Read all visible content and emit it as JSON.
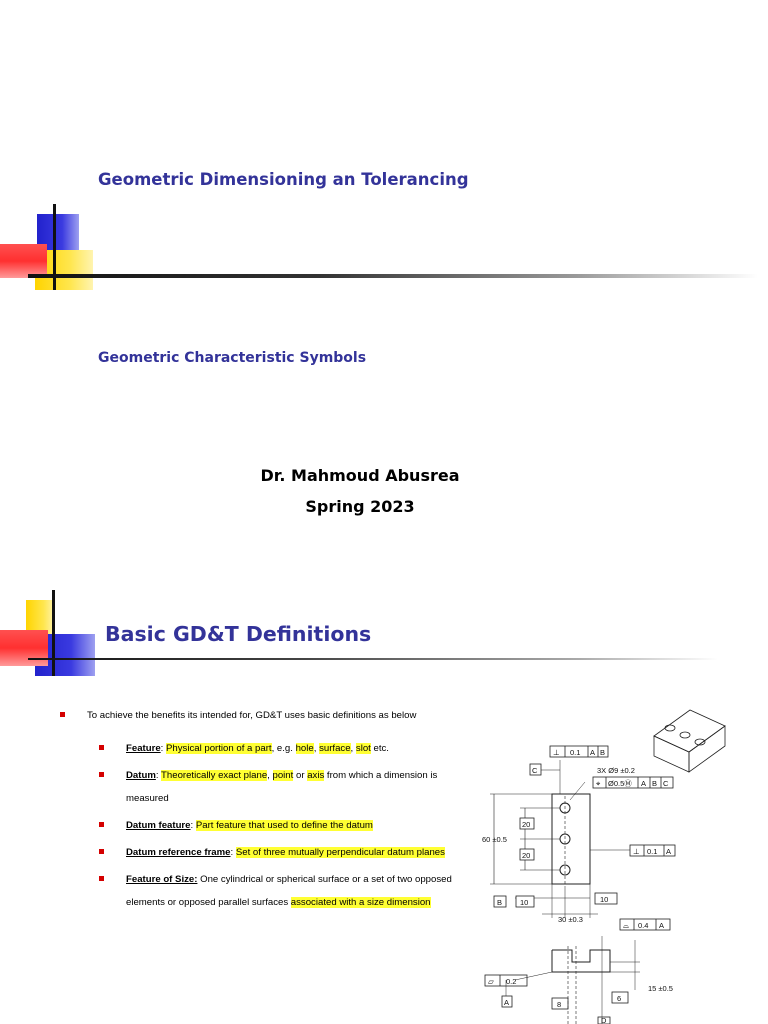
{
  "slide1": {
    "title": "Geometric Dimensioning an Tolerancing",
    "subtitle": "Geometric Characteristic Symbols",
    "author": "Dr. Mahmoud Abusrea",
    "term": "Spring 2023"
  },
  "slide2": {
    "title": "Basic GD&T Definitions",
    "intro": "To achieve the benefits its intended for, GD&T uses basic definitions as below",
    "definitions": [
      {
        "term": "Feature",
        "sep": ": ",
        "hl1": "Physical portion of a part",
        "t1": ", e.g. ",
        "hl2": "hole",
        "t2": ", ",
        "hl3": "surface",
        "t3": ", ",
        "hl4": "slot",
        "t4": " etc."
      },
      {
        "term": "Datum",
        "sep": ": ",
        "hl1": "Theoretically exact plane",
        "t1": ", ",
        "hl2": "point",
        "t2": " or ",
        "hl3": "axis",
        "t3": " from which a dimension is measured"
      },
      {
        "term": "Datum feature",
        "sep": ": ",
        "hl1": "Part feature that used to define the datum"
      },
      {
        "term": "Datum reference frame",
        "sep": ": ",
        "hl1": "Set of three mutually perpendicular datum planes"
      },
      {
        "term": "Feature of Size:",
        "sep": " ",
        "t1": "One cylindrical or spherical surface or a set of two opposed elements or opposed parallel surfaces ",
        "hl1": "associated with a size dimension"
      }
    ],
    "drawing": {
      "perp_frame": [
        "⊥",
        "0.1",
        "A",
        "B"
      ],
      "datum_c": "C",
      "holes_callout": "3X Ø9 ±0.2",
      "position_frame": [
        "⌖",
        "Ø0.5Ⓜ",
        "A",
        "B",
        "C"
      ],
      "dim_20a": "20",
      "dim_20b": "20",
      "dim_60": "60 ±0.5",
      "perp_frame2": [
        "⊥",
        "0.1",
        "A"
      ],
      "datum_b": "B",
      "dim_10a": "10",
      "dim_10b": "10",
      "dim_30": "30 ±0.3",
      "profile_frame": [
        "⌓",
        "0.4",
        "A"
      ],
      "flat_frame": [
        "▱",
        "0.2"
      ],
      "datum_a": "A",
      "dim_8": "8",
      "dim_6": "6",
      "dim_15": "15 ±0.5",
      "datum_d": "D"
    }
  }
}
